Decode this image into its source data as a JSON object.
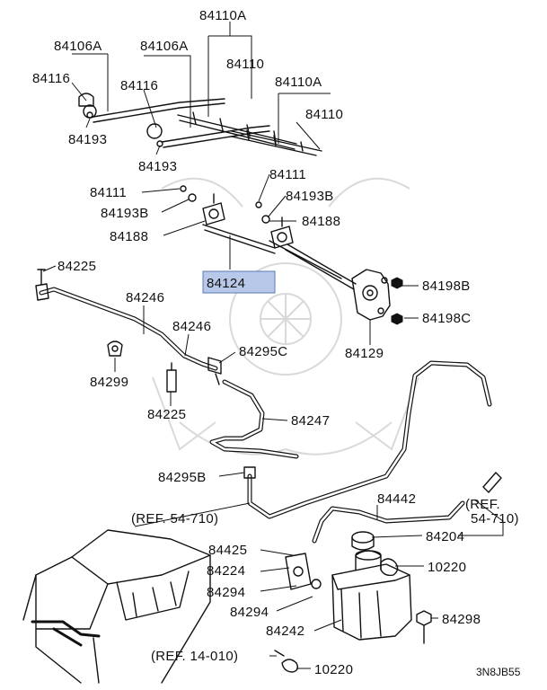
{
  "diagram_code": "3N8JB55",
  "labels": {
    "l84110A_top": "84110A",
    "l84106A_left": "84106A",
    "l84106A_mid": "84106A",
    "l84116_left": "84116",
    "l84116_mid": "84116",
    "l84110_top": "84110",
    "l84110A_right": "84110A",
    "l84110_right": "84110",
    "l84193_left": "84193",
    "l84193_mid": "84193",
    "l84111_left": "84111",
    "l84193B_left": "84193B",
    "l84188_left": "84188",
    "l84111_right": "84111",
    "l84193B_right": "84193B",
    "l84188_right": "84188",
    "l84225_top": "84225",
    "l84124": "84124",
    "l84198B": "84198B",
    "l84198C": "84198C",
    "l84246_a": "84246",
    "l84246_b": "84246",
    "l84295C": "84295C",
    "l84129": "84129",
    "l84299": "84299",
    "l84225_mid": "84225",
    "l84247": "84247",
    "l84295B": "84295B",
    "l84442": "84442",
    "ref_54_710_left": "(REF. 54-710)",
    "ref_54_710_right_a": "(REF.",
    "ref_54_710_right_b": "54-710)",
    "l84204": "84204",
    "l84425": "84425",
    "l84224": "84224",
    "l10220_mid": "10220",
    "l84294_a": "84294",
    "l84294_b": "84294",
    "l84298": "84298",
    "l84242": "84242",
    "ref_14_010": "(REF. 14-010)",
    "l10220_bottom": "10220"
  }
}
